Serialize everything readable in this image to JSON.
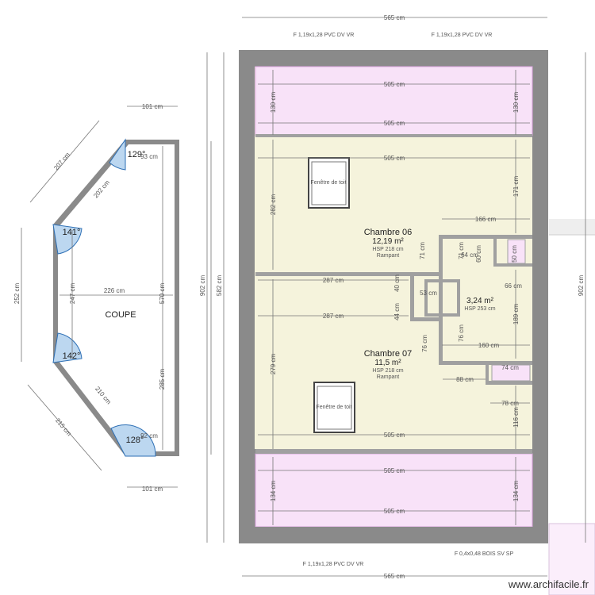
{
  "plan": {
    "rooms": {
      "chambre06": {
        "name": "Chambre 06",
        "area": "12,19 m²",
        "hsp": "HSP 218 cm",
        "note": "Rampant"
      },
      "chambre07": {
        "name": "Chambre 07",
        "area": "11,5 m²",
        "hsp": "HSP 218 cm",
        "note": "Rampant"
      },
      "closet": {
        "area": "3,24 m²",
        "hsp": "HSP 253 cm"
      }
    },
    "coupe_label": "COUPE",
    "angles": [
      "129°",
      "141°",
      "142°",
      "128°"
    ],
    "skylight_label": "Fenêtre de toit",
    "openings": {
      "top_left": "F 1,19x1,28 PVC DV VR",
      "top_right": "F 1,19x1,28 PVC DV VR",
      "bottom_left": "F 1,19x1,28 PVC DV VR",
      "bottom_right": "F 0,4x0,48 BOIS SV SP"
    },
    "dims": {
      "total_top": "565 cm",
      "total_bottom": "565 cm",
      "height_left": "902 cm",
      "height_inner": "582 cm",
      "height_right": "902 cm",
      "band_width": "505 cm",
      "band_top_h": "130 cm",
      "band_bottom_h": "134 cm",
      "ch06_h": "282 cm",
      "ch06_right": "171 cm",
      "ch07_h": "279 cm",
      "ch07_right": "116 cm",
      "w287": "287 cm",
      "d166": "166 cm",
      "d160": "160 cm",
      "d189": "189 cm",
      "d88": "88 cm",
      "d78": "78 cm",
      "d66": "66 cm",
      "d40": "40 cm",
      "d44": "44 cm",
      "d71": "71 cm",
      "d76": "76 cm",
      "d53": "53 cm",
      "d64": "64 cm",
      "d50": "50 cm",
      "d60": "60 cm",
      "d74": "74 cm",
      "coupe_top": "101 cm",
      "coupe_bottom": "101 cm",
      "coupe_207": "207 cm",
      "coupe_202": "202 cm",
      "coupe_252": "252 cm",
      "coupe_247": "247 cm",
      "coupe_226": "226 cm",
      "coupe_210": "210 cm",
      "coupe_215": "215 cm",
      "coupe_570": "570 cm",
      "coupe_285": "285 cm",
      "coupe_93": "93 cm",
      "coupe_92": "92 cm"
    }
  },
  "brand": "www.archifacile.fr",
  "colors": {
    "wall": "#8a8a8a",
    "room": "#f5f3dc",
    "band": "#f8e2f8",
    "band_line": "#d9a3dd"
  }
}
